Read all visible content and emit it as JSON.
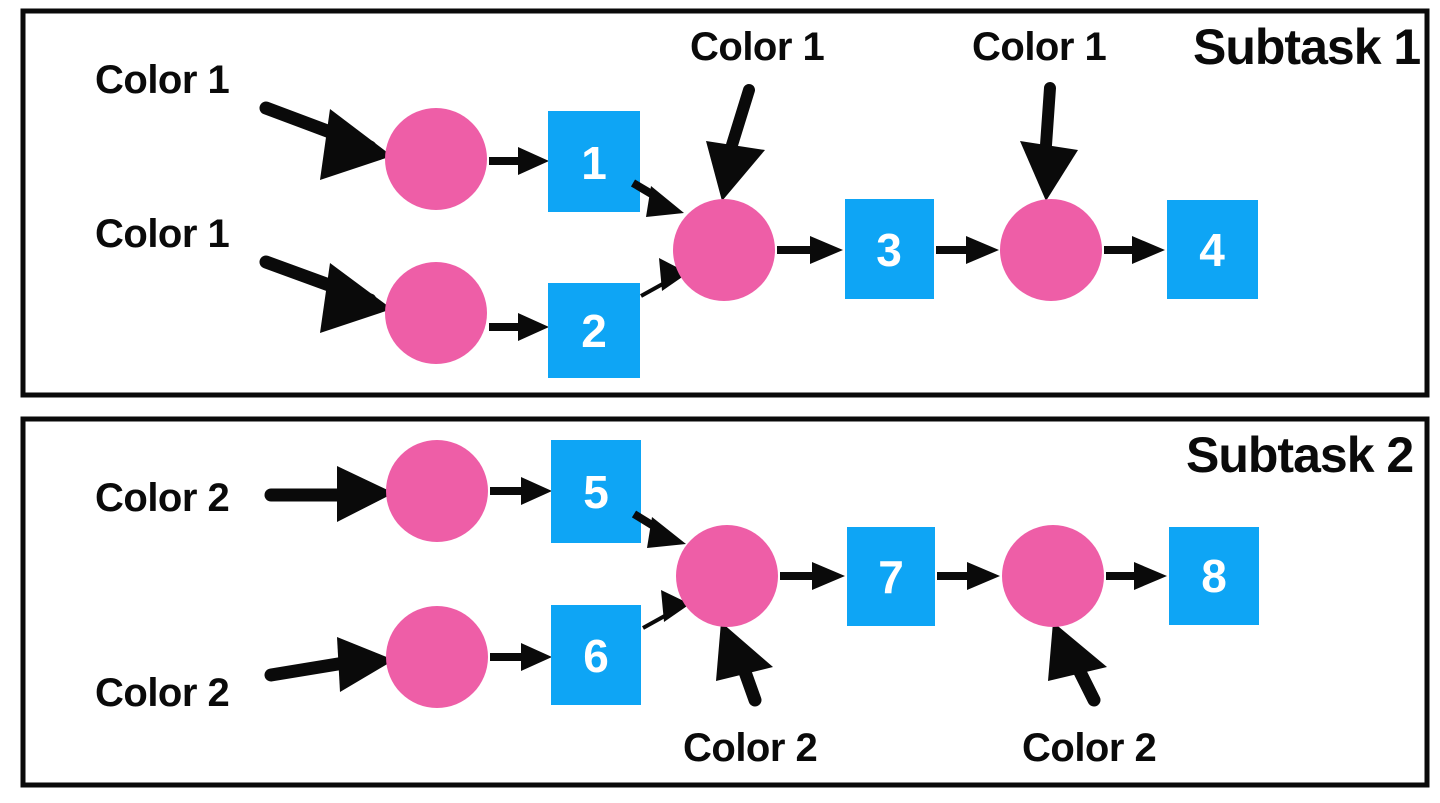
{
  "diagram": {
    "title_semantic": "two-subtask-pipeline-diagram",
    "colors": {
      "circle_fill": "#ee5ea7",
      "box_fill": "#0ea5f5",
      "box_text": "#ffffff",
      "stroke": "#0a0a0a",
      "background": "#ffffff"
    }
  },
  "panels": [
    {
      "id": "subtask-1",
      "title": "Subtask 1",
      "input_labels": [
        {
          "id": "s1-in-1",
          "text": "Color 1"
        },
        {
          "id": "s1-in-2",
          "text": "Color 1"
        },
        {
          "id": "s1-in-3",
          "text": "Color 1"
        },
        {
          "id": "s1-in-4",
          "text": "Color 1"
        }
      ],
      "boxes": [
        {
          "id": "s1-box-1",
          "label": "1"
        },
        {
          "id": "s1-box-2",
          "label": "2"
        },
        {
          "id": "s1-box-3",
          "label": "3"
        },
        {
          "id": "s1-box-4",
          "label": "4"
        }
      ],
      "circles": [
        {
          "id": "s1-circle-a"
        },
        {
          "id": "s1-circle-b"
        },
        {
          "id": "s1-circle-c"
        },
        {
          "id": "s1-circle-d"
        }
      ]
    },
    {
      "id": "subtask-2",
      "title": "Subtask 2",
      "input_labels": [
        {
          "id": "s2-in-1",
          "text": "Color 2"
        },
        {
          "id": "s2-in-2",
          "text": "Color 2"
        },
        {
          "id": "s2-in-3",
          "text": "Color 2"
        },
        {
          "id": "s2-in-4",
          "text": "Color 2"
        }
      ],
      "boxes": [
        {
          "id": "s2-box-5",
          "label": "5"
        },
        {
          "id": "s2-box-6",
          "label": "6"
        },
        {
          "id": "s2-box-7",
          "label": "7"
        },
        {
          "id": "s2-box-8",
          "label": "8"
        }
      ],
      "circles": [
        {
          "id": "s2-circle-a"
        },
        {
          "id": "s2-circle-b"
        },
        {
          "id": "s2-circle-c"
        },
        {
          "id": "s2-circle-d"
        }
      ]
    }
  ]
}
